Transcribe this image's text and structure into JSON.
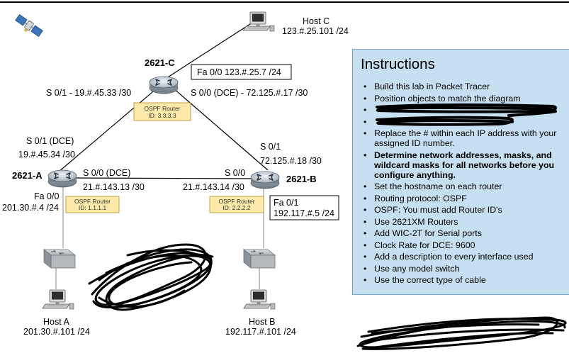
{
  "routers": {
    "c": {
      "name": "2621-C",
      "ospf_label": "OSPF Router",
      "ospf_id": "ID: 3.3.3.3"
    },
    "a": {
      "name": "2621-A",
      "ospf_label": "OSPF Router",
      "ospf_id": "ID: 1.1.1.1"
    },
    "b": {
      "name": "2621-B",
      "ospf_label": "OSPF Router",
      "ospf_id": "ID: 2.2.2.2"
    }
  },
  "hosts": {
    "c": {
      "name": "Host C",
      "ip": "123.#.25.101 /24"
    },
    "a": {
      "name": "Host A",
      "ip": "201.30.#.101 /24"
    },
    "b": {
      "name": "Host B",
      "ip": "192.117.#.101 /24"
    }
  },
  "links": {
    "c_fa0": "Fa 0/0 123.#.25.7 /24",
    "c_s01": "S 0/1 - 19.#.45.33 /30",
    "c_s00": "S 0/0 (DCE) - 72.125.#.17 /30",
    "a_s01_name": "S 0/1 (DCE)",
    "a_s01_ip": "19.#.45.34 /30",
    "a_s00_name": "S 0/0 (DCE)",
    "a_s00_ip": "21.#.143.13 /30",
    "a_fa0_name": "Fa 0/0",
    "a_fa0_ip": "201.30.#.4 /24",
    "b_s01_name": "S 0/1",
    "b_s01_ip": "72.125.#.18 /30",
    "b_s00_name": "S 0/0",
    "b_s00_ip": "21.#.143.14 /30",
    "b_fa1_name": "Fa 0/1",
    "b_fa1_ip": "192.117.#.5 /24"
  },
  "instructions": {
    "title": "Instructions",
    "items": [
      {
        "text": "Build this lab in Packet Tracer",
        "bold": false
      },
      {
        "text": "Position objects to match the diagram",
        "bold": false
      },
      {
        "text": "",
        "bold": false
      },
      {
        "text": "",
        "bold": false
      },
      {
        "text": "Replace the # within each IP address with your assigned ID number.",
        "bold": false
      },
      {
        "text": "Determine network addresses, masks, and wildcard masks for all networks before you configure anything.",
        "bold": true
      },
      {
        "text": "Set the hostname on each router",
        "bold": false
      },
      {
        "text": "Routing protocol: OSPF",
        "bold": false
      },
      {
        "text": "OSPF: You must add Router ID's",
        "bold": false
      },
      {
        "text": "Use 2621XM Routers",
        "bold": false
      },
      {
        "text": "Add WIC-2T for Serial ports",
        "bold": false
      },
      {
        "text": "Clock Rate for DCE: 9600",
        "bold": false
      },
      {
        "text": "Add a description to every interface used",
        "bold": false
      },
      {
        "text": "Use any model switch",
        "bold": false
      },
      {
        "text": "Use the correct type of cable",
        "bold": false
      }
    ]
  },
  "colors": {
    "panel_bg": "#c6dff1",
    "ospf_box": "#fde9a9",
    "router_body": "#b9c3cc",
    "redaction": "#000000"
  },
  "icons": [
    "satellite-icon",
    "router-icon",
    "switch-icon",
    "pc-icon"
  ]
}
